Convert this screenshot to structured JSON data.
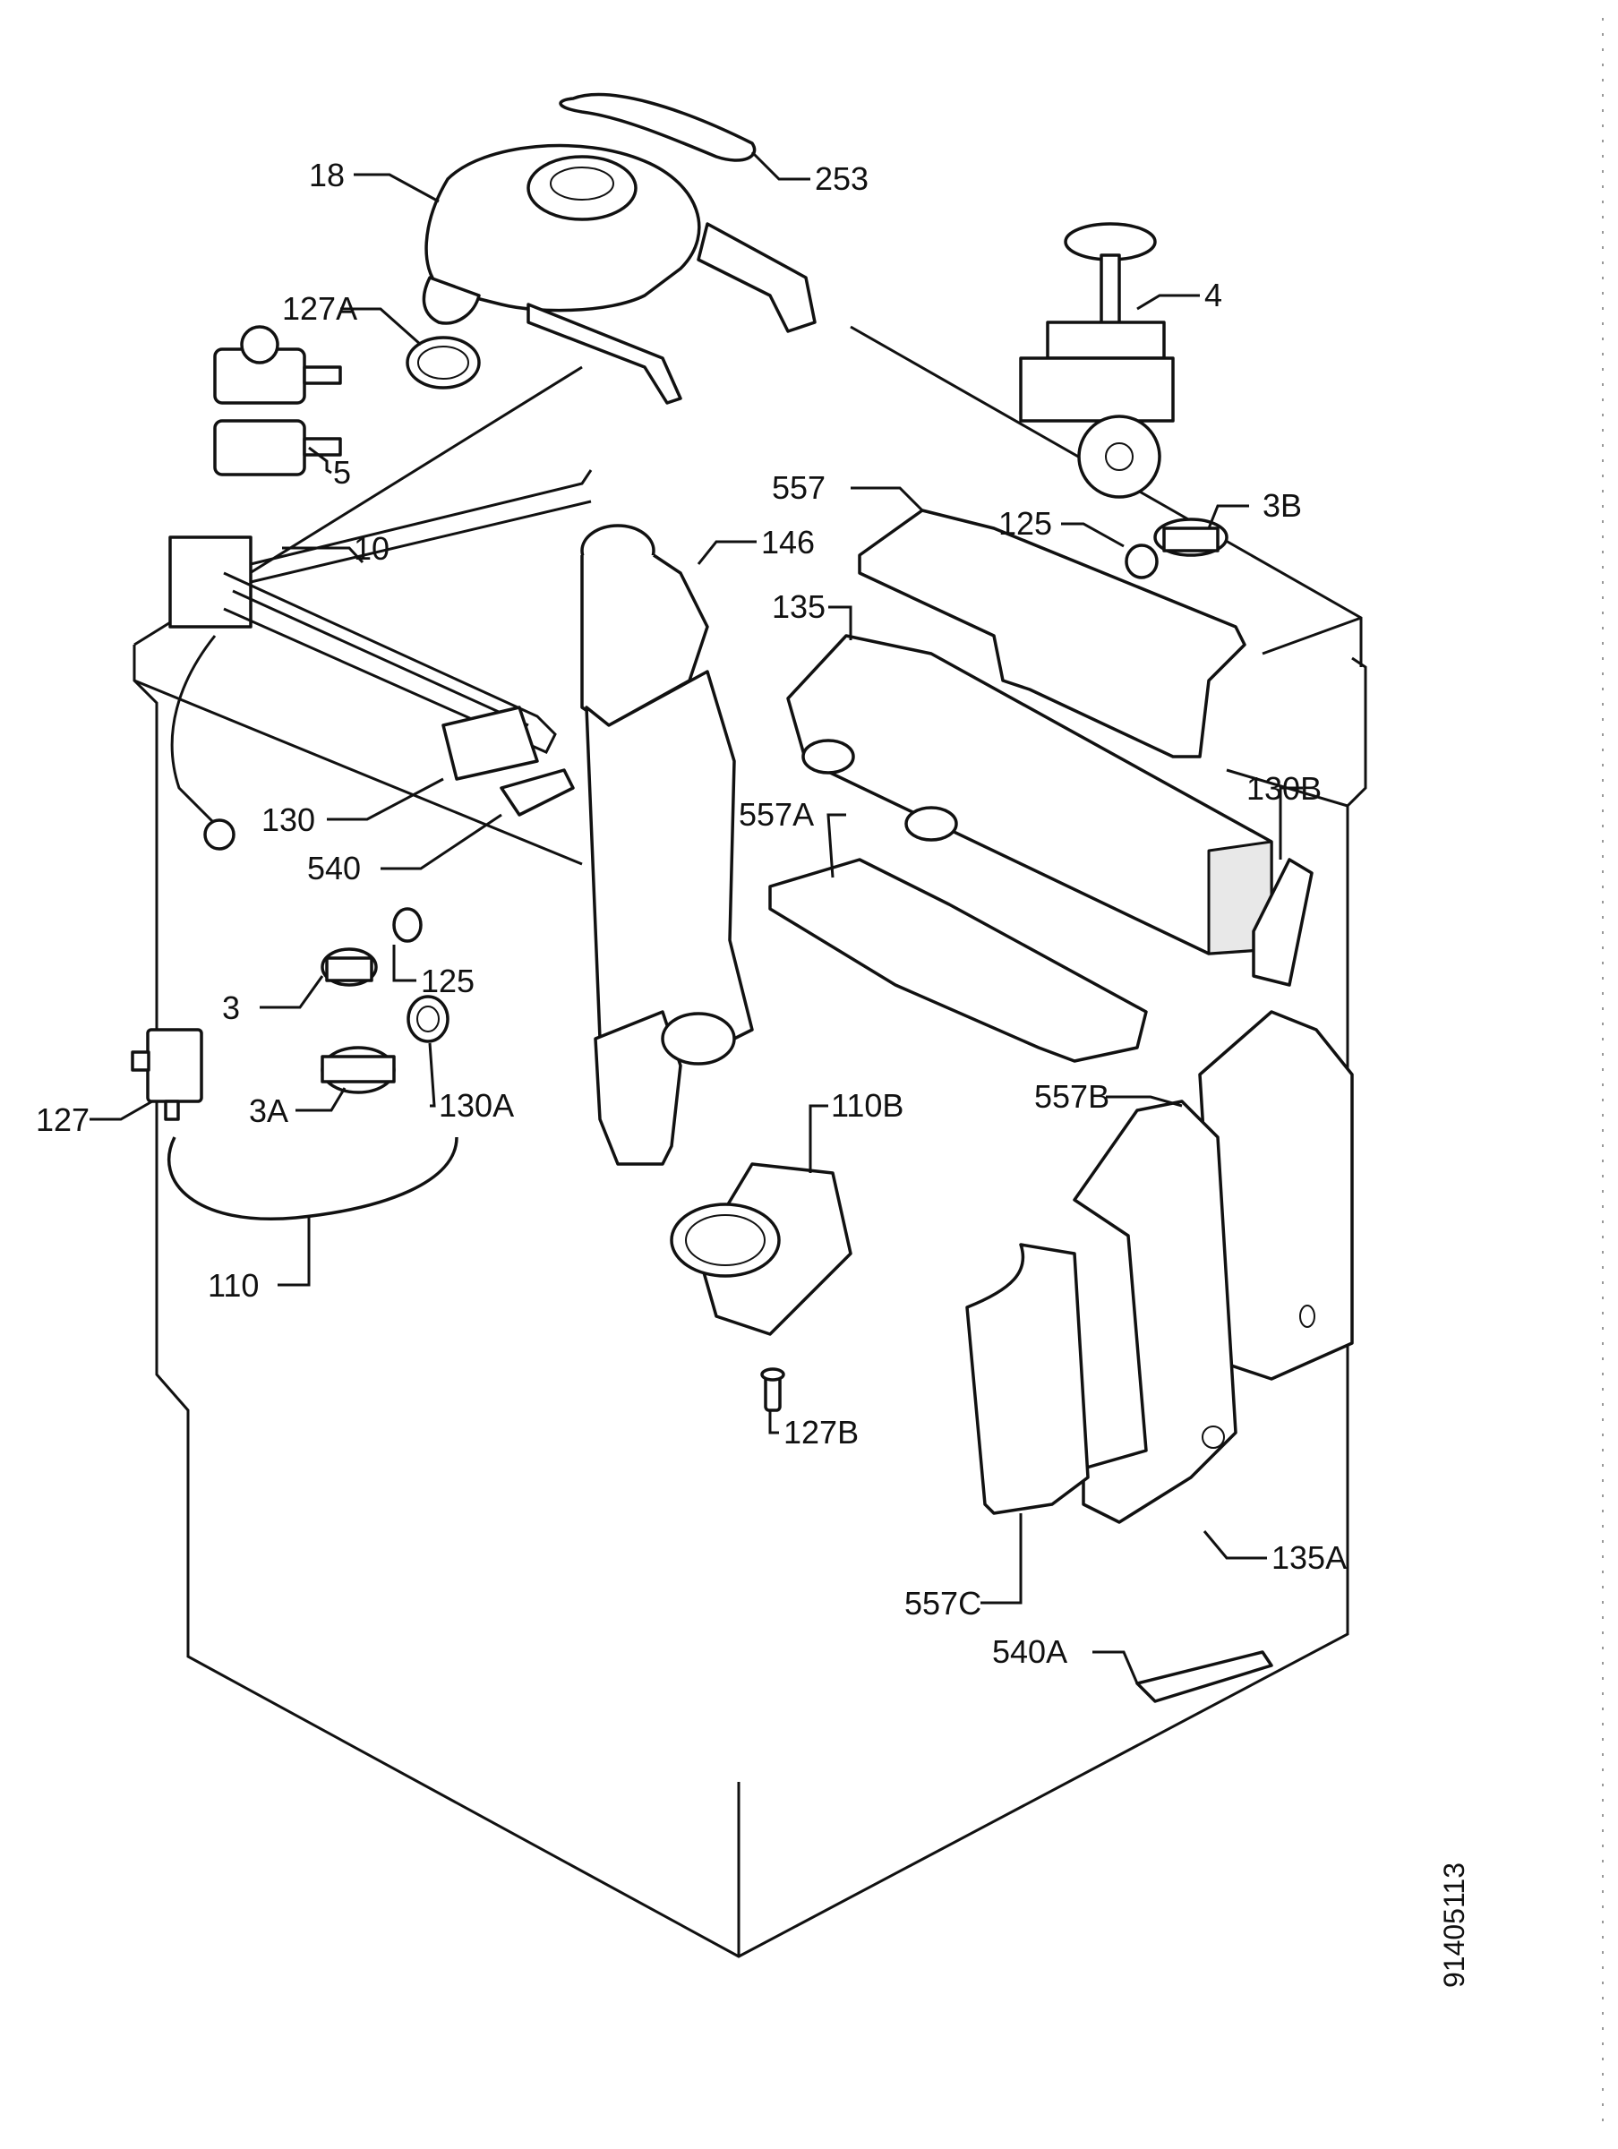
{
  "diagram": {
    "drawing_code": "91405113",
    "parts": [
      {
        "id": "18",
        "label": "18"
      },
      {
        "id": "253",
        "label": "253"
      },
      {
        "id": "4",
        "label": "4"
      },
      {
        "id": "127A",
        "label": "127A"
      },
      {
        "id": "5",
        "label": "5"
      },
      {
        "id": "557",
        "label": "557"
      },
      {
        "id": "125-top",
        "label": "125"
      },
      {
        "id": "3B",
        "label": "3B"
      },
      {
        "id": "10",
        "label": "10"
      },
      {
        "id": "146",
        "label": "146"
      },
      {
        "id": "135",
        "label": "135"
      },
      {
        "id": "130B",
        "label": "130B"
      },
      {
        "id": "130",
        "label": "130"
      },
      {
        "id": "557A",
        "label": "557A"
      },
      {
        "id": "540",
        "label": "540"
      },
      {
        "id": "125-mid",
        "label": "125"
      },
      {
        "id": "3",
        "label": "3"
      },
      {
        "id": "130A",
        "label": "130A"
      },
      {
        "id": "3A",
        "label": "3A"
      },
      {
        "id": "127",
        "label": "127"
      },
      {
        "id": "110B",
        "label": "110B"
      },
      {
        "id": "557B",
        "label": "557B"
      },
      {
        "id": "110",
        "label": "110"
      },
      {
        "id": "127B",
        "label": "127B"
      },
      {
        "id": "135A",
        "label": "135A"
      },
      {
        "id": "557C",
        "label": "557C"
      },
      {
        "id": "540A",
        "label": "540A"
      }
    ]
  }
}
